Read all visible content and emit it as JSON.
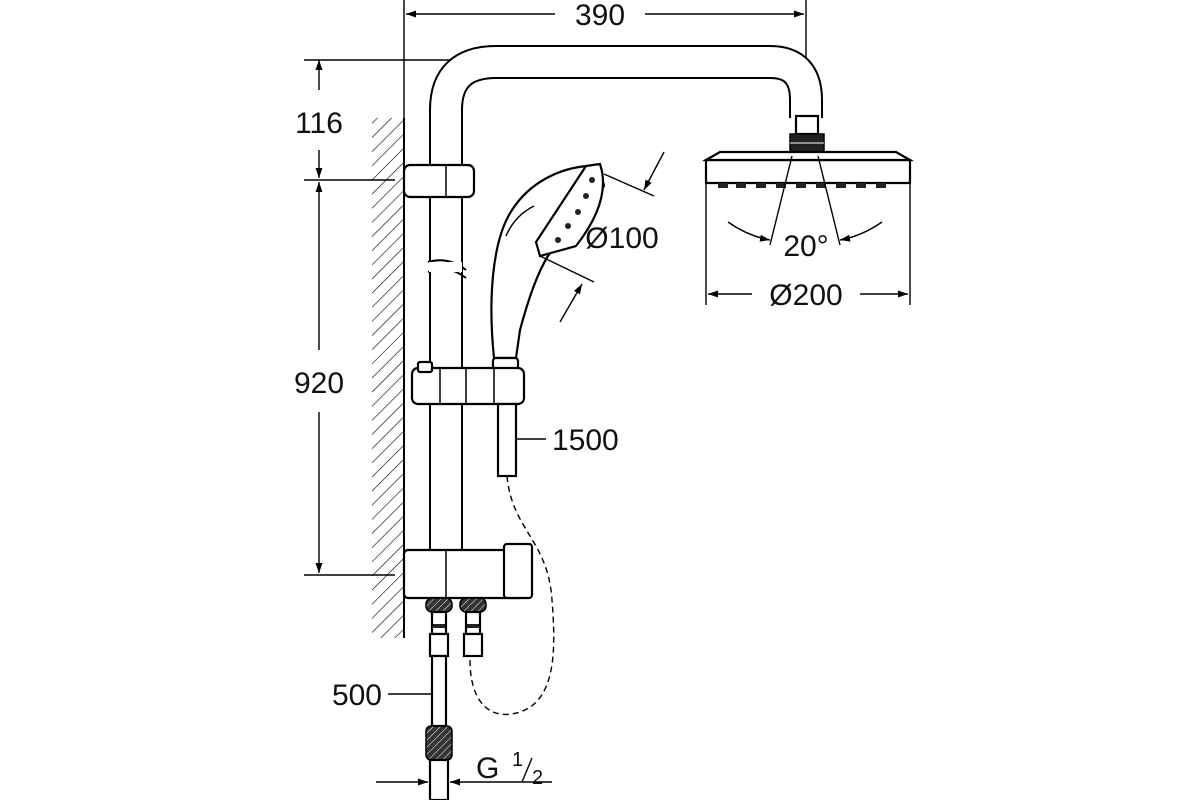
{
  "dimensions": {
    "width": "390",
    "arm_height": "116",
    "rail_height": "920",
    "handshower_diameter": "Ø100",
    "headshower_diameter": "Ø200",
    "spray_angle": "20°",
    "hose_length": "1500",
    "supply_length": "500",
    "thread_main": "G",
    "thread_num": "1",
    "thread_den": "2"
  }
}
